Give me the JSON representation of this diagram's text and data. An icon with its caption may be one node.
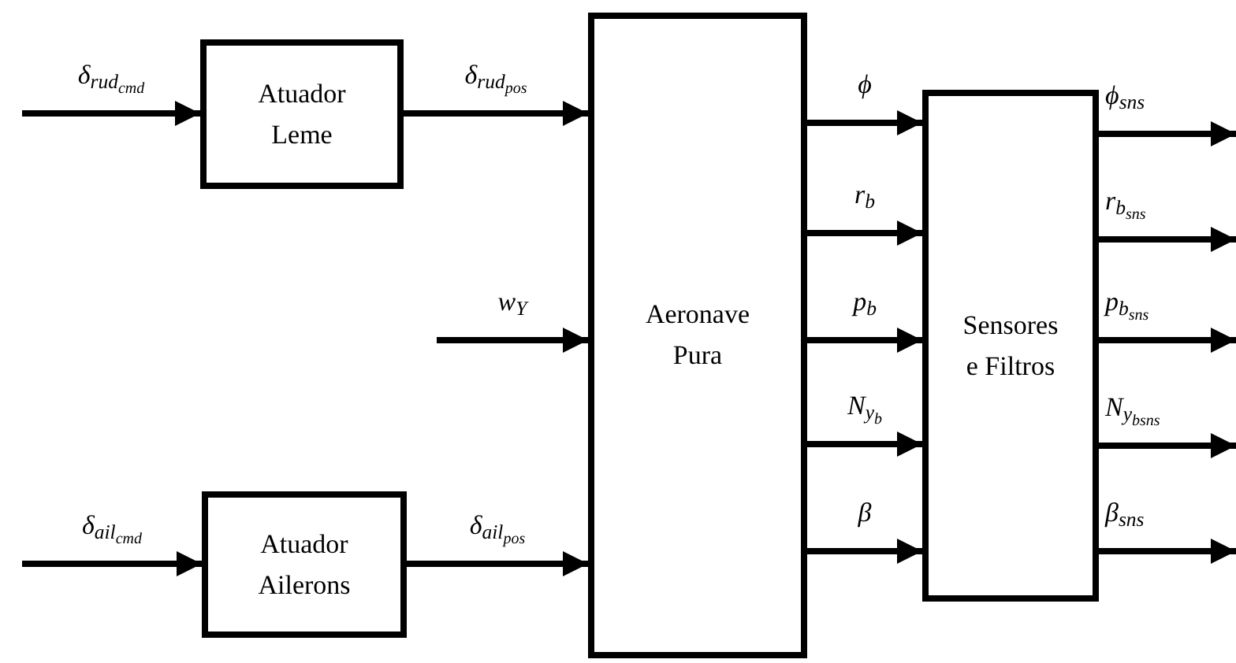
{
  "diagram": {
    "nodes": [
      {
        "text": [
          "Atuador Leme"
        ]
      },
      {
        "text": [
          "Aeronave Pura"
        ]
      },
      {
        "text": [
          "Atuador Ailerons"
        ]
      },
      {
        "text": [
          "Sensores e Filtros"
        ]
      }
    ],
    "edges": [
      {
        "from": null,
        "to": 0,
        "arrow": "to",
        "label": "δ$_{rud}$$_{cmd}$"
      },
      {
        "from": 0,
        "to": 1,
        "arrow": "to",
        "label": "δ$_{rud}$$_{pos}$"
      },
      {
        "from": null,
        "to": 1,
        "arrow": "to",
        "label": "w$_{Y}$"
      },
      {
        "from": null,
        "to": 2,
        "arrow": "to",
        "label": "δ$_{ail}$$_{cmd}$"
      },
      {
        "from": 2,
        "to": 1,
        "arrow": "to",
        "label": "δ$_{ail}$$_{pos}$"
      },
      {
        "from": 1,
        "to": 3,
        "arrow": "to",
        "label": "ϕ"
      },
      {
        "from": 1,
        "to": 3,
        "arrow": "to",
        "label": "r$_{b}$"
      },
      {
        "from": 1,
        "to": 3,
        "arrow": "to",
        "label": "p$_{b}$"
      },
      {
        "from": 1,
        "to": 3,
        "arrow": "to",
        "label": "N$_{y}$$_{b}$"
      },
      {
        "from": 1,
        "to": 3,
        "arrow": "to",
        "label": "β"
      },
      {
        "from": 3,
        "to": null,
        "arrow": "to",
        "label": "ϕ$_{sns}$"
      },
      {
        "from": 3,
        "to": null,
        "arrow": "to",
        "label": "r$_{b}$$_{sns}$"
      },
      {
        "from": 3,
        "to": null,
        "arrow": "to",
        "label": "p$_{b}$$_{sns}$"
      },
      {
        "from": 3,
        "to": null,
        "arrow": "to",
        "label": "N$_{y}$$_{b}$$_{sns}$"
      },
      {
        "from": 3,
        "to": null,
        "arrow": "to",
        "label": "β$_{sns}$"
      }
    ]
  }
}
